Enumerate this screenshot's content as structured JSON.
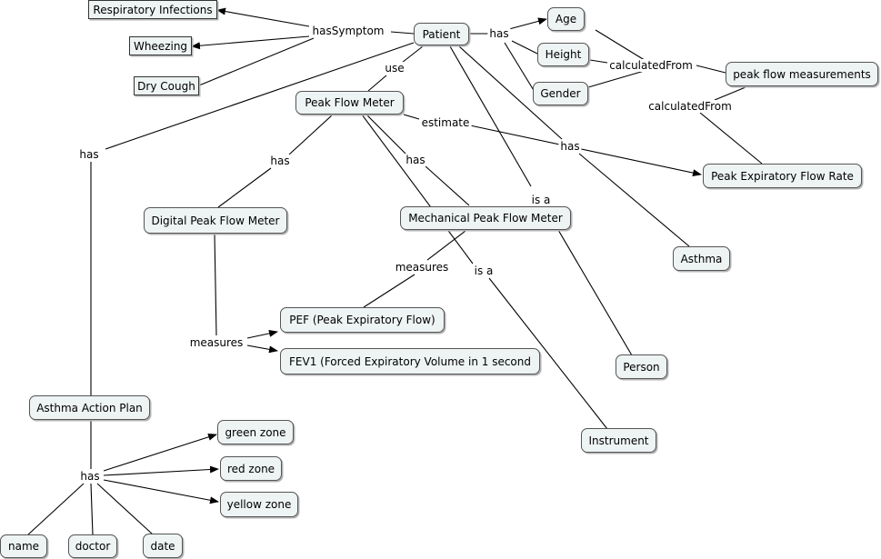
{
  "nodes": {
    "respiratory_infections": "Respiratory Infections",
    "wheezing": "Wheezing",
    "dry_cough": "Dry Cough",
    "patient": "Patient",
    "age": "Age",
    "height": "Height",
    "gender": "Gender",
    "peak_flow_measurements": "peak flow measurements",
    "peak_flow_meter": "Peak Flow Meter",
    "peak_expiratory_flow_rate": "Peak Expiratory Flow Rate",
    "digital_peak_flow_meter": "Digital Peak Flow Meter",
    "mechanical_peak_flow_meter": "Mechanical Peak Flow Meter",
    "asthma": "Asthma",
    "pef": "PEF (Peak Expiratory Flow)",
    "fev1": "FEV1 (Forced Expiratory Volume in 1 second",
    "person": "Person",
    "instrument": "Instrument",
    "asthma_action_plan": "Asthma Action Plan",
    "green_zone": "green zone",
    "red_zone": "red zone",
    "yellow_zone": "yellow zone",
    "name": "name",
    "doctor": "doctor",
    "date": "date"
  },
  "links": {
    "has_symptom": "hasSymptom",
    "patient_has": "has",
    "calculated_from_1": "calculatedFrom",
    "calculated_from_2": "calculatedFrom",
    "use": "use",
    "estimate": "estimate",
    "patient_has_asthma": "has",
    "patient_is_a": "is a",
    "patient_has_plan": "has",
    "meter_has_digital": "has",
    "meter_has_mechanical": "has",
    "mechanical_measures": "measures",
    "meter_is_a": "is a",
    "digital_measures": "measures",
    "plan_has": "has"
  },
  "colors": {
    "node_fill": "#eef3f3",
    "node_border": "#555555",
    "line": "#000000"
  }
}
